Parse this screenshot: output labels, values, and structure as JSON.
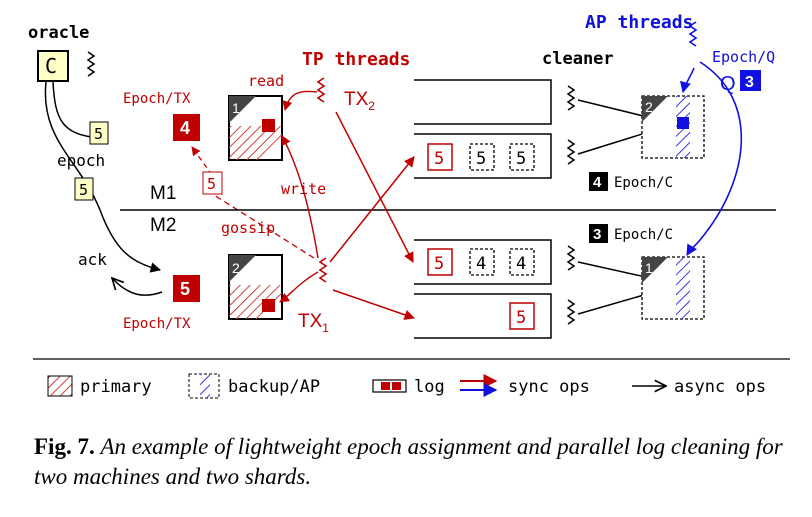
{
  "oracle": {
    "label": "oracle",
    "box": "C"
  },
  "epoch_label": "epoch",
  "ack_label": "ack",
  "epoch_value": "5",
  "tp_threads": "TP threads",
  "ap_threads": "AP threads",
  "cleaner": "cleaner",
  "machines": {
    "m1": "M1",
    "m2": "M2"
  },
  "gossip": "gossip",
  "read": "read",
  "write": "write",
  "tx1": {
    "base": "TX",
    "sub": "1"
  },
  "tx2": {
    "base": "TX",
    "sub": "2"
  },
  "epoch_tx": "Epoch/TX",
  "epoch_c": "Epoch/C",
  "epoch_q": "Epoch/Q",
  "q_label": "Q",
  "badges": {
    "m1_tx": "4",
    "m2_tx": "5",
    "m1_c": "4",
    "m2_c": "3",
    "q": "3"
  },
  "shards": {
    "shard1": "1",
    "shard2": "2"
  },
  "queues": {
    "m1_top": [],
    "m1_bottom": [
      "5",
      "5",
      "5"
    ],
    "m2_top": [
      "5",
      "4",
      "4"
    ],
    "m2_bottom": [
      "5"
    ]
  },
  "legend": {
    "primary": "primary",
    "backup": "backup/AP",
    "log": "log",
    "sync": "sync ops",
    "async": "async ops"
  },
  "caption": {
    "fig": "Fig. 7.",
    "text": "An example of lightweight epoch assignment and parallel log cleaning for two machines and two shards."
  },
  "colors": {
    "red": "#c00000",
    "blue": "#1010e0",
    "black": "#000000",
    "yellow": "#ffffc8"
  }
}
